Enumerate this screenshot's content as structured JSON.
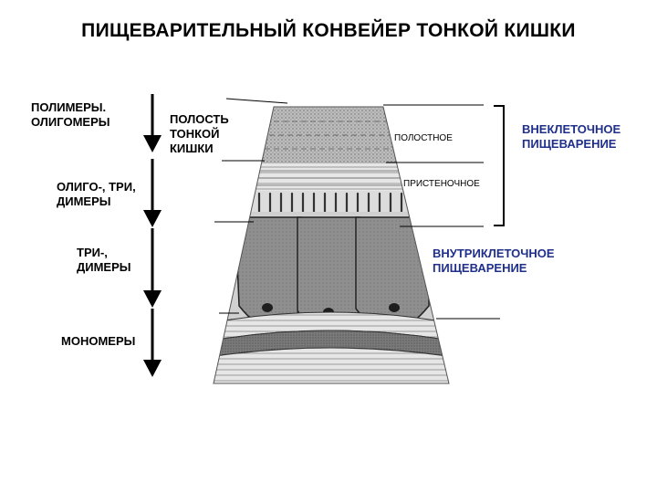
{
  "title": "ПИЩЕВАРИТЕЛЬНЫЙ КОНВЕЙЕР ТОНКОЙ КИШКИ",
  "stages": [
    "ПОЛИМЕРЫ.\nОЛИГОМЕРЫ",
    "ОЛИГО-, ТРИ,\nДИМЕРЫ",
    "ТРИ-,\nДИМЕРЫ",
    "МОНОМЕРЫ"
  ],
  "cavity_label": "ПОЛОСТЬ\nТОНКОЙ\nКИШКИ",
  "zones": {
    "cavitary": "ПОЛОСТНОЕ",
    "parietal": "ПРИСТЕНОЧНОЕ"
  },
  "extracellular": "ВНЕКЛЕТОЧНОЕ\nПИЩЕВАРЕНИЕ",
  "intracellular": "ВНУТРИКЛЕТОЧНОЕ\nПИЩЕВАРЕНИЕ",
  "colors": {
    "text": "#000000",
    "accent_blue": "#1f2f8a",
    "tissue_gray": "#8c8c8c",
    "cavity_gray": "#b5b5b5"
  }
}
